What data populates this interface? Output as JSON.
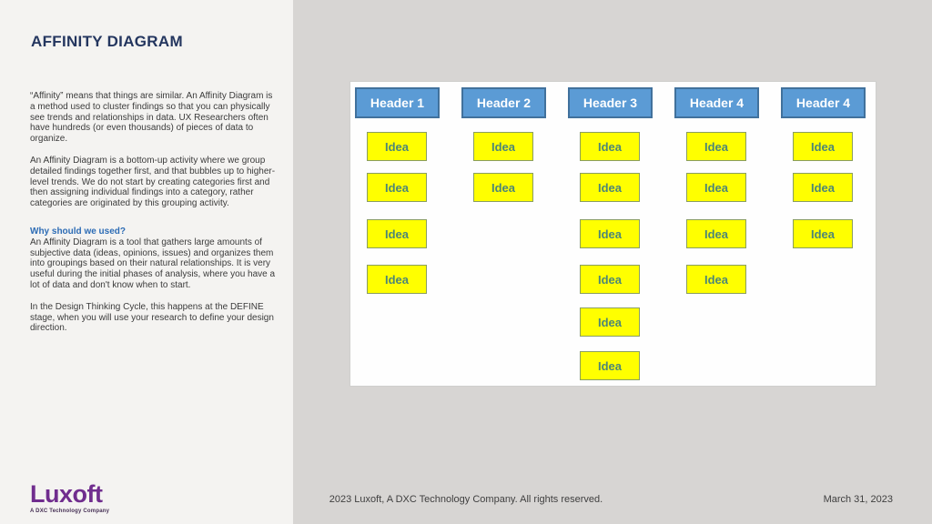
{
  "page": {
    "title": "AFFINITY DIAGRAM",
    "paragraphs": [
      "“Affinity” means that things are similar. An Affinity Diagram is a method used to cluster findings so that you can physically see trends and relationships in data. UX Researchers often have hundreds (or even thousands) of pieces of data to organize.",
      "An Affinity Diagram is a bottom-up activity where we group detailed findings together first, and that bubbles up to higher-level trends. We do not start by creating categories first and then assigning individual findings into a category, rather categories are originated by this grouping activity."
    ],
    "section_heading": "Why should we used?",
    "section_paragraphs": [
      "An Affinity Diagram is a tool that gathers large amounts of subjective data (ideas, opinions, issues) and organizes them into groupings based on their natural relationships. It is very useful during the initial phases of analysis, where you have a lot of data and don't know when to start.",
      "In the Design Thinking Cycle, this happens at the DEFINE stage, when you will use your research to define your design direction."
    ]
  },
  "diagram": {
    "idea_label": "Idea",
    "columns": [
      {
        "header": "Header 1",
        "idea_count": 4
      },
      {
        "header": "Header 2",
        "idea_count": 2
      },
      {
        "header": "Header 3",
        "idea_count": 6
      },
      {
        "header": "Header 4",
        "idea_count": 4
      },
      {
        "header": "Header 4",
        "idea_count": 3
      }
    ],
    "colors": {
      "header_fill": "#5b9bd5",
      "header_border": "#41719c",
      "idea_fill": "#ffff00",
      "idea_border": "#8a9e60",
      "idea_text": "#4d8677",
      "title": "#24365f",
      "section_heading": "#2d6cb5",
      "logo": "#702d8e"
    }
  },
  "footer": {
    "copyright": "2023 Luxoft, A DXC Technology Company. All rights reserved.",
    "date": "March 31, 2023",
    "logo_text": "Luxoft",
    "logo_tagline": "A DXC Technology Company"
  }
}
